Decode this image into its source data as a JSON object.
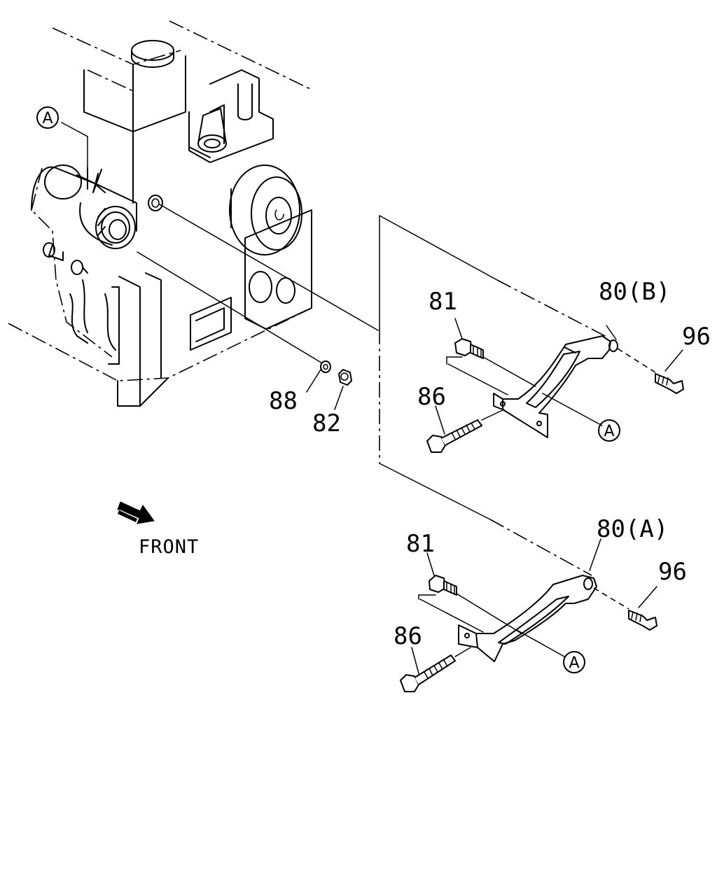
{
  "callouts": {
    "ref_a_engine": "A",
    "ref_a_upper": "A",
    "ref_a_lower": "A"
  },
  "labels": {
    "p88": "88",
    "p82": "82",
    "p81_upper": "81",
    "p80b": "80(B)",
    "p96_upper": "96",
    "p86_upper": "86",
    "p81_lower": "81",
    "p80a": "80(A)",
    "p96_lower": "96",
    "p86_lower": "86"
  },
  "front": {
    "label": "FRONT",
    "icon": "arrow-icon"
  }
}
